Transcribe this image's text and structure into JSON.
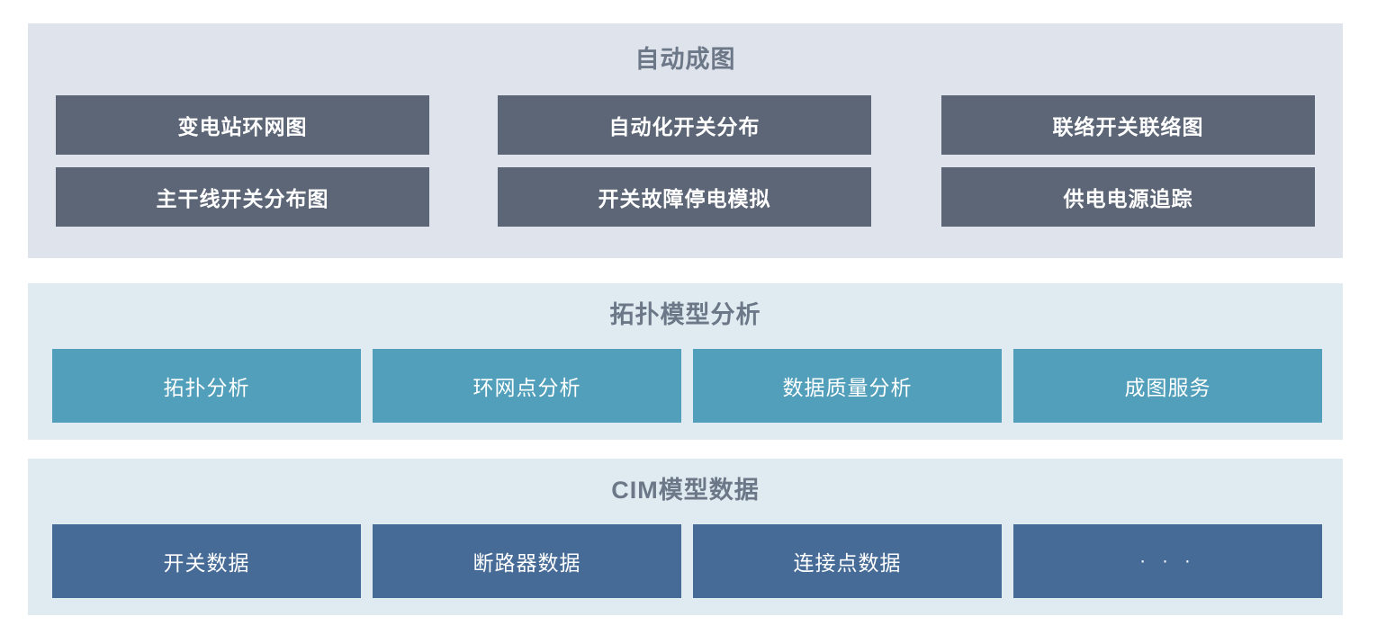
{
  "panels": [
    {
      "id": "auto-mapping",
      "title": "自动成图",
      "rows": [
        [
          "变电站环网图",
          "自动化开关分布",
          "联络开关联络图"
        ],
        [
          "主干线开关分布图",
          "开关故障停电模拟",
          "供电电源追踪"
        ]
      ],
      "button_color": "#5c6676",
      "panel_color": "#dfe3ec"
    },
    {
      "id": "topology-model-analysis",
      "title": "拓扑模型分析",
      "rows": [
        [
          "拓扑分析",
          "环网点分析",
          "数据质量分析",
          "成图服务"
        ]
      ],
      "button_color": "#519fba",
      "panel_color": "#dfeaf1"
    },
    {
      "id": "cim-model-data",
      "title": "CIM模型数据",
      "rows": [
        [
          "开关数据",
          "断路器数据",
          "连接点数据",
          "· · ·"
        ]
      ],
      "button_color": "#466b97",
      "panel_color": "#dfeaf1"
    }
  ],
  "title_color": "#6c7787"
}
